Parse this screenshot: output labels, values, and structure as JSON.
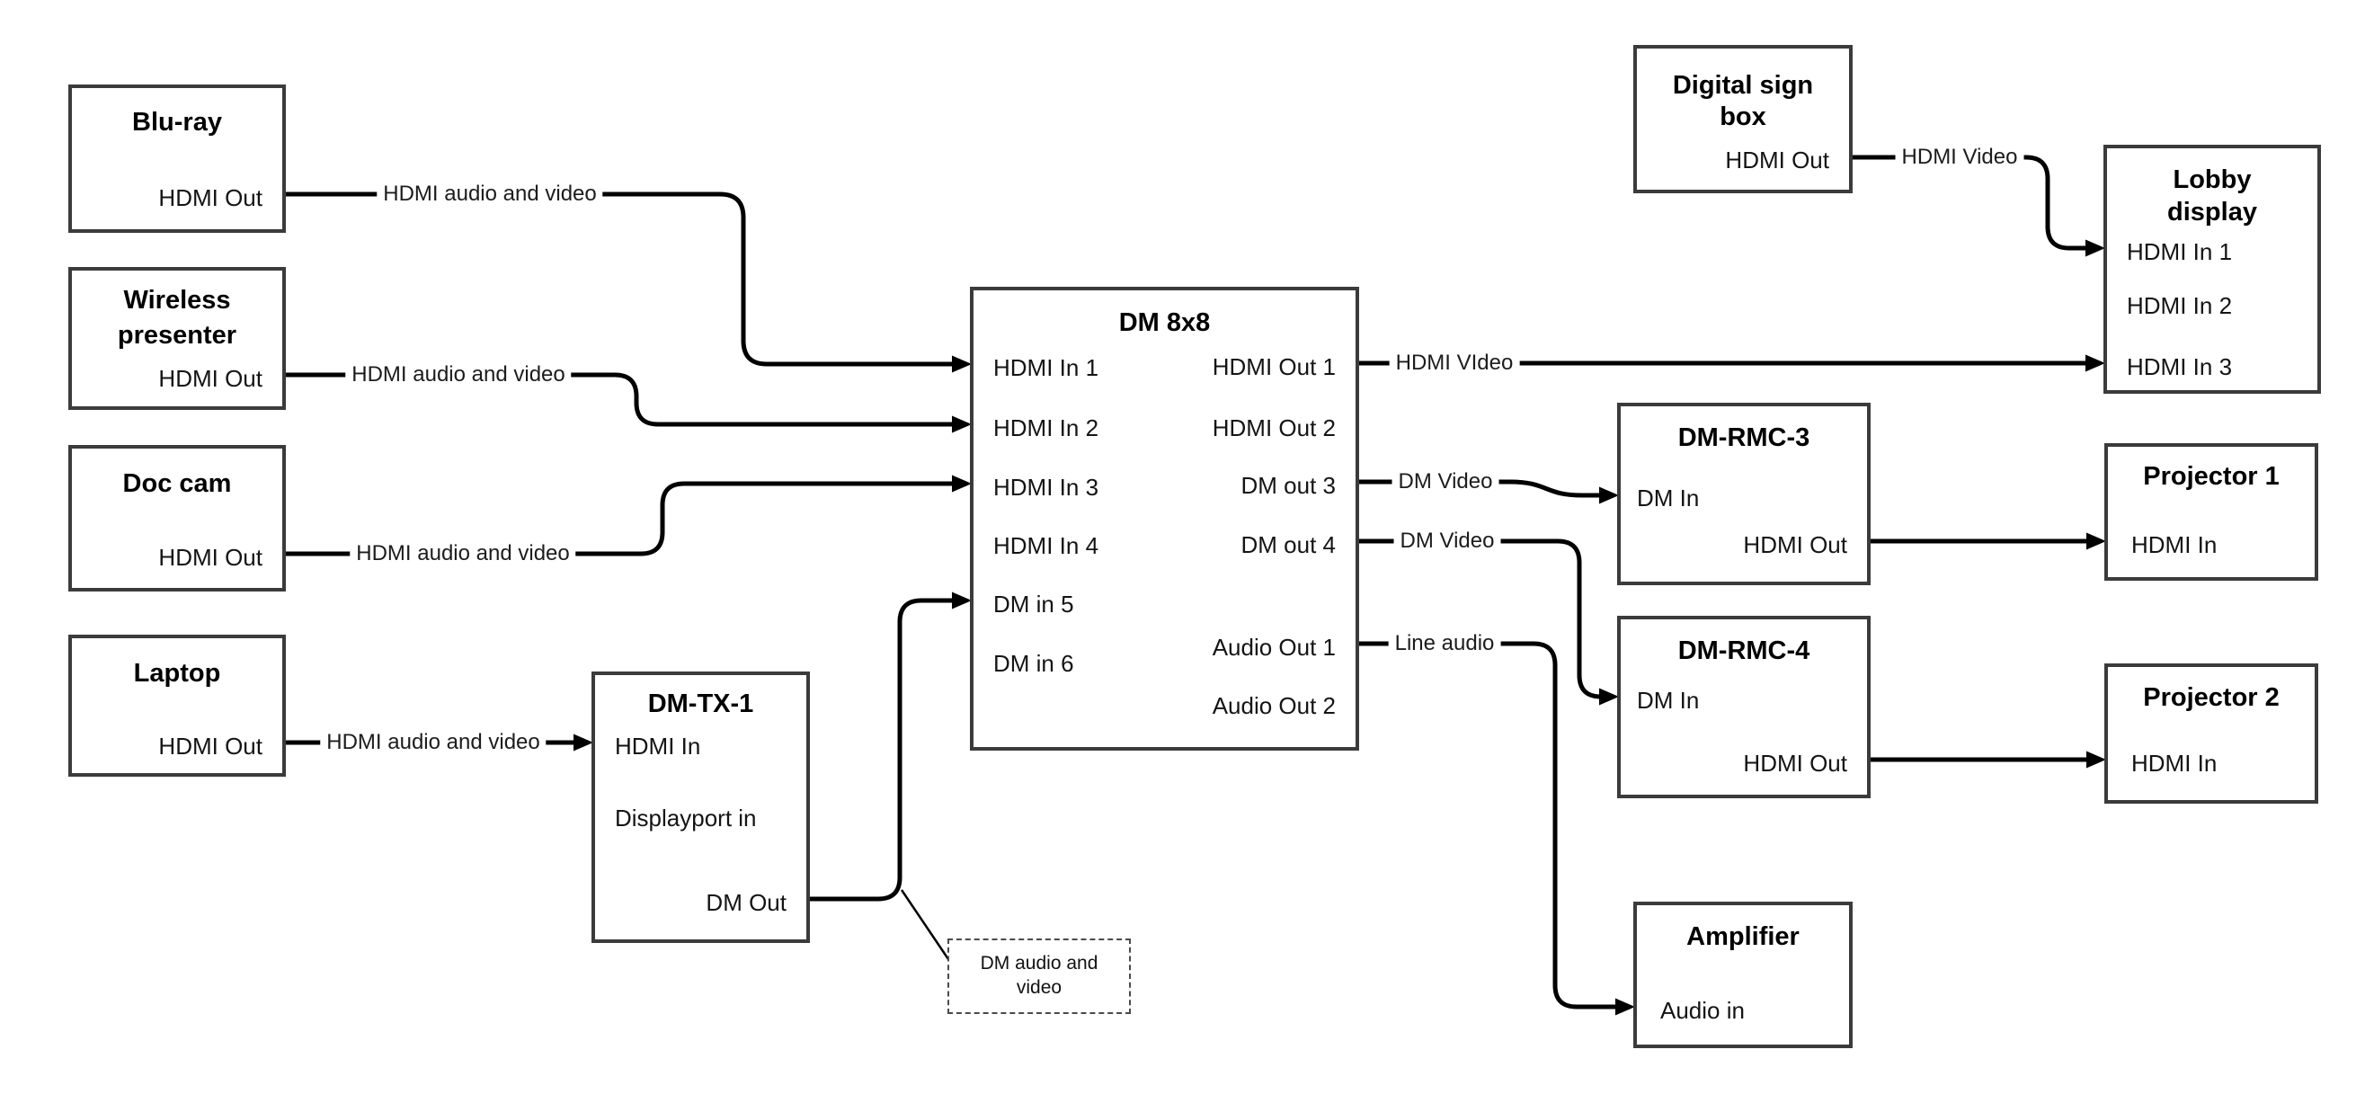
{
  "diagram": {
    "background": "#ffffff",
    "box_border_color": "#3b3b3b",
    "wire_color": "#000000",
    "callout_border_color": "#4a4a4a"
  },
  "nodes": {
    "bluray": {
      "title": "Blu-ray",
      "port_hdmi_out": "HDMI Out"
    },
    "wireless": {
      "title1": "Wireless",
      "title2": "presenter",
      "port_hdmi_out": "HDMI Out"
    },
    "doccam": {
      "title": "Doc cam",
      "port_hdmi_out": "HDMI Out"
    },
    "laptop": {
      "title": "Laptop",
      "port_hdmi_out": "HDMI Out"
    },
    "dmtx1": {
      "title": "DM-TX-1",
      "port_hdmi_in": "HDMI In",
      "port_dp_in": "Displayport in",
      "port_dm_out": "DM Out"
    },
    "dm8x8": {
      "title": "DM 8x8",
      "in1": "HDMI In 1",
      "in2": "HDMI In 2",
      "in3": "HDMI In 3",
      "in4": "HDMI In 4",
      "in5": "DM in 5",
      "in6": "DM in 6",
      "out1": "HDMI Out 1",
      "out2": "HDMI Out 2",
      "out3": "DM out 3",
      "out4": "DM out 4",
      "aout1": "Audio Out 1",
      "aout2": "Audio Out 2"
    },
    "signbox": {
      "title1": "Digital sign",
      "title2": "box",
      "port_hdmi_out": "HDMI Out"
    },
    "lobby": {
      "title1": "Lobby",
      "title2": "display",
      "in1": "HDMI In 1",
      "in2": "HDMI In 2",
      "in3": "HDMI In 3"
    },
    "rmc3": {
      "title": "DM-RMC-3",
      "port_dm_in": "DM In",
      "port_hdmi_out": "HDMI Out"
    },
    "proj1": {
      "title": "Projector 1",
      "port_hdmi_in": "HDMI In"
    },
    "rmc4": {
      "title": "DM-RMC-4",
      "port_dm_in": "DM In",
      "port_hdmi_out": "HDMI Out"
    },
    "proj2": {
      "title": "Projector 2",
      "port_hdmi_in": "HDMI In"
    },
    "amp": {
      "title": "Amplifier",
      "port_audio_in": "Audio in"
    }
  },
  "labels": {
    "bluray_link": "HDMI audio and video",
    "wireless_link": "HDMI audio and video",
    "doccam_link": "HDMI audio and video",
    "laptop_link": "HDMI audio and video",
    "hdmi_out1_link": "HDMI VIdeo",
    "signbox_link": "HDMI Video",
    "dmout3_link": "DM Video",
    "dmout4_link": "DM Video",
    "audioout1_link": "Line audio",
    "callout_line1": "DM audio and",
    "callout_line2": "video"
  }
}
